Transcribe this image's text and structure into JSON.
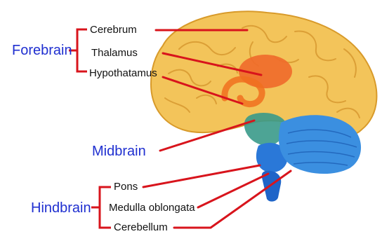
{
  "groups": {
    "forebrain": "Forebrain",
    "midbrain": "Midbrain",
    "hindbrain": "Hindbrain"
  },
  "labels": {
    "cerebrum": "Cerebrum",
    "thalamus": "Thalamus",
    "hypothalamus": "Hypothatamus",
    "pons": "Pons",
    "medulla": "Medulla oblongata",
    "cerebellum": "Cerebellum"
  },
  "colors": {
    "group_text": "#1f2fd0",
    "leader_line": "#d8141c",
    "cerebrum": "#f3c45a",
    "thalamus": "#f06a2a",
    "midbrain": "#3a9a8a",
    "pons": "#2a78d8",
    "cerebellum": "#3b8fe0"
  }
}
